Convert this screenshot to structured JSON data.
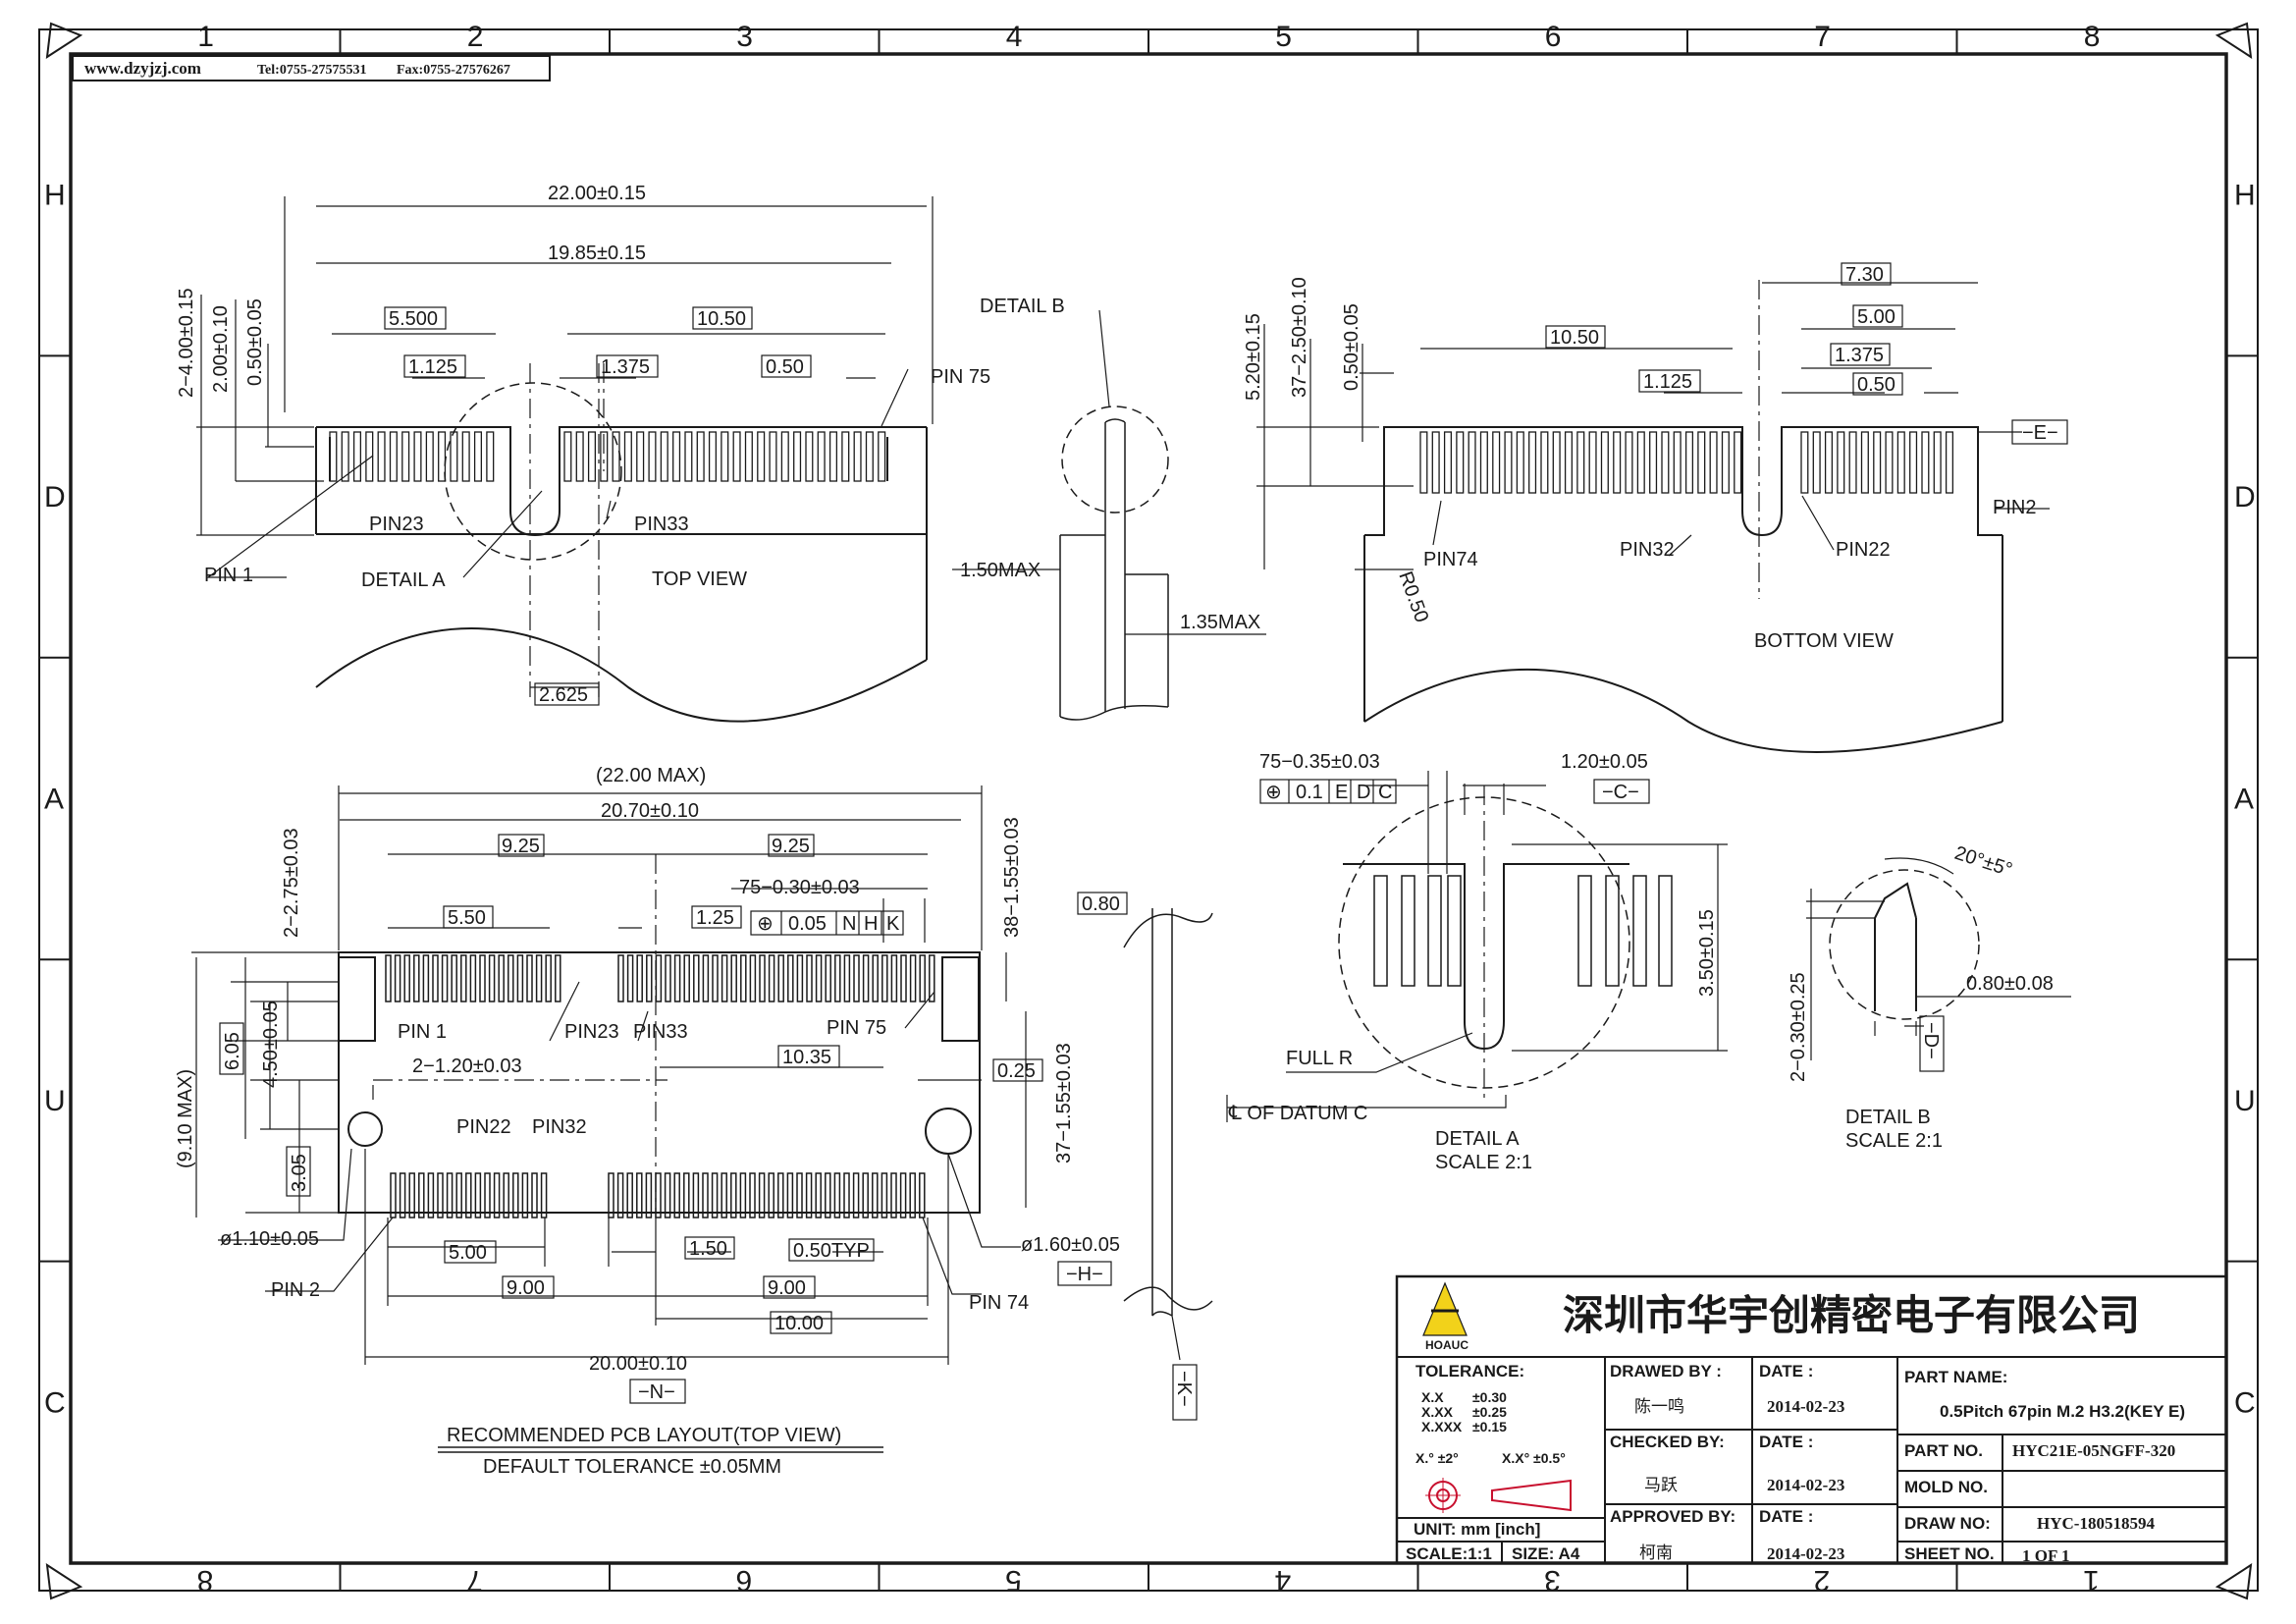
{
  "header": {
    "website": "www.dzyjzj.com",
    "tel": "Tel:0755-27575531",
    "fax": "Fax:0755-27576267"
  },
  "zones": {
    "top": [
      "1",
      "2",
      "3",
      "4",
      "5",
      "6",
      "7",
      "8"
    ],
    "bottom": [
      "8",
      "7",
      "6",
      "5",
      "4",
      "3",
      "2",
      "1"
    ],
    "side": [
      "H",
      "D",
      "A",
      "U",
      "C"
    ]
  },
  "views": {
    "top_view": {
      "caption": "TOP  VIEW",
      "dims": [
        "22.00±0.15",
        "19.85±0.15",
        "5.500",
        "10.50",
        "1.125",
        "1.375",
        "0.50",
        "2.625",
        "2−4.00±0.15",
        "2.00±0.10",
        "0.50±0.05"
      ],
      "labels": [
        "PIN 75",
        "PIN23",
        "PIN33",
        "PIN 1",
        "DETAIL  A"
      ]
    },
    "side_view": {
      "labels": [
        "DETAIL  B"
      ],
      "dims": [
        "1.50MAX",
        "1.35MAX"
      ]
    },
    "bottom_view": {
      "caption": "BOTTOM  VIEW",
      "dims": [
        "7.30",
        "10.50",
        "5.00",
        "1.375",
        "1.125",
        "0.50",
        "5.20±0.15",
        "37−2.50±0.10",
        "0.50±0.05",
        "R0.50"
      ],
      "datum": "−E−",
      "labels": [
        "PIN2",
        "PIN74",
        "PIN32",
        "PIN22"
      ]
    },
    "pcb_layout": {
      "title": "RECOMMENDED  PCB  LAYOUT(TOP  VIEW)",
      "subtitle": "DEFAULT  TOLERANCE  ±0.05MM",
      "dims": [
        "(22.00  MAX)",
        "20.70±0.10",
        "9.25",
        "9.25",
        "75−0.30±0.03",
        "5.50",
        "1.25",
        "10.35",
        "0.25",
        "2−1.20±0.03",
        "(9.10  MAX)",
        "6.05",
        "4.50±0.05",
        "3.05",
        "2−2.75±0.03",
        "38−1.55±0.03",
        "37−1.55±0.03",
        "ø1.10±0.05",
        "ø1.60±0.05",
        "5.00",
        "1.50",
        "0.50TYP",
        "9.00",
        "9.00",
        "10.00",
        "20.00±0.10",
        "0.80"
      ],
      "fcf": [
        "⊕",
        "0.05",
        "N",
        "H",
        "K"
      ],
      "datums": [
        "−H−",
        "−N−",
        "−K−"
      ],
      "labels": [
        "PIN  1",
        "PIN23",
        "PIN33",
        "PIN  75",
        "PIN22",
        "PIN32",
        "PIN  2",
        "PIN  74"
      ]
    },
    "detail_a": {
      "dims": [
        "75−0.35±0.03",
        "1.20±0.05",
        "3.50±0.15"
      ],
      "fcf": [
        "⊕",
        "0.1",
        "E",
        "D",
        "C"
      ],
      "datum": "−C−",
      "labels": [
        "FULL  R",
        "℄  OF  DATUM  C"
      ],
      "caption": "DETAIL  A",
      "scale": "SCALE  2:1"
    },
    "detail_b": {
      "dims": [
        "20°±5°",
        "0.80±0.08",
        "2−0.30±0.25"
      ],
      "datum": "−D−",
      "caption": "DETAIL  B",
      "scale": "SCALE  2:1"
    }
  },
  "title_block": {
    "company": "深圳市华宇创精密电子有限公司",
    "logo_text": "HOAUC",
    "tolerance": {
      "heading": "TOLERANCE:",
      "rows": [
        [
          "X.X",
          "±0.30"
        ],
        [
          "X.XX",
          "±0.25"
        ],
        [
          "X.XXX",
          "±0.15"
        ]
      ],
      "angles": [
        "X.°  ±2°",
        "X.X°  ±0.5°"
      ]
    },
    "unit": "UNIT:   mm  [inch]",
    "scale": "SCALE:1:1",
    "size": "SIZE:  A4",
    "drawn_by_label": "DRAWED BY :",
    "drawn_by": "陈一鸣",
    "checked_by_label": "CHECKED  BY:",
    "checked_by": "马跃",
    "approved_by_label": "APPROVED BY:",
    "approved_by": "柯南",
    "date_label": "DATE :",
    "dates": [
      "2014-02-23",
      "2014-02-23",
      "2014-02-23"
    ],
    "part_name_label": "PART  NAME:",
    "part_name": "0.5Pitch 67pin M.2 H3.2(KEY E)",
    "part_no_label": "PART  NO.",
    "part_no": "HYC21E-05NGFF-320",
    "mold_no_label": "MOLD  NO.",
    "mold_no": "",
    "draw_no_label": "DRAW  NO:",
    "draw_no": "HYC-180518594",
    "sheet_no_label": "SHEET  NO.",
    "sheet_no": "1  OF  1"
  }
}
